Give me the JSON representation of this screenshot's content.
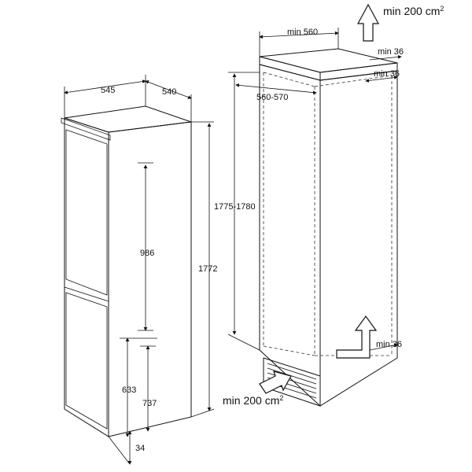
{
  "fridge": {
    "width": "545",
    "depth": "540",
    "height": "1772",
    "upper_door": "986",
    "lower_door_a": "633",
    "lower_door_b": "737",
    "foot": "34"
  },
  "niche": {
    "width": "min 560",
    "inner_width": "560-570",
    "height": "1775-1780",
    "top_gap": "min 36",
    "rear_gap": "min 36",
    "bottom_gap": "min 36",
    "vent_top_value": "min 200 cm",
    "vent_top_sup": "2",
    "vent_bottom_value": "min 200 cm",
    "vent_bottom_sup": "2"
  }
}
